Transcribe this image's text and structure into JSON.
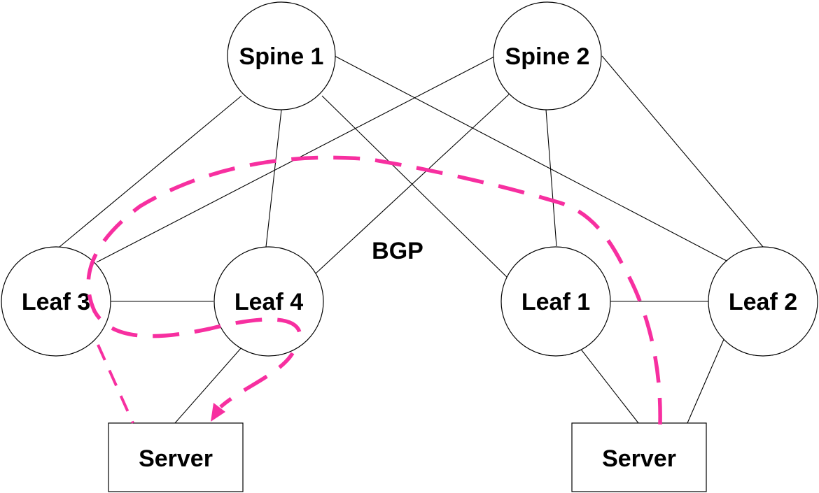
{
  "diagram": {
    "nodes": {
      "spine1": {
        "label": "Spine 1"
      },
      "spine2": {
        "label": "Spine 2"
      },
      "leaf1": {
        "label": "Leaf 1"
      },
      "leaf2": {
        "label": "Leaf 2"
      },
      "leaf3": {
        "label": "Leaf 3"
      },
      "leaf4": {
        "label": "Leaf 4"
      }
    },
    "servers": {
      "left": {
        "label": "Server"
      },
      "right": {
        "label": "Server"
      }
    },
    "protocol_label": "BGP",
    "colors": {
      "traffic_path": "#f72fa0",
      "lines": "#000000"
    }
  }
}
